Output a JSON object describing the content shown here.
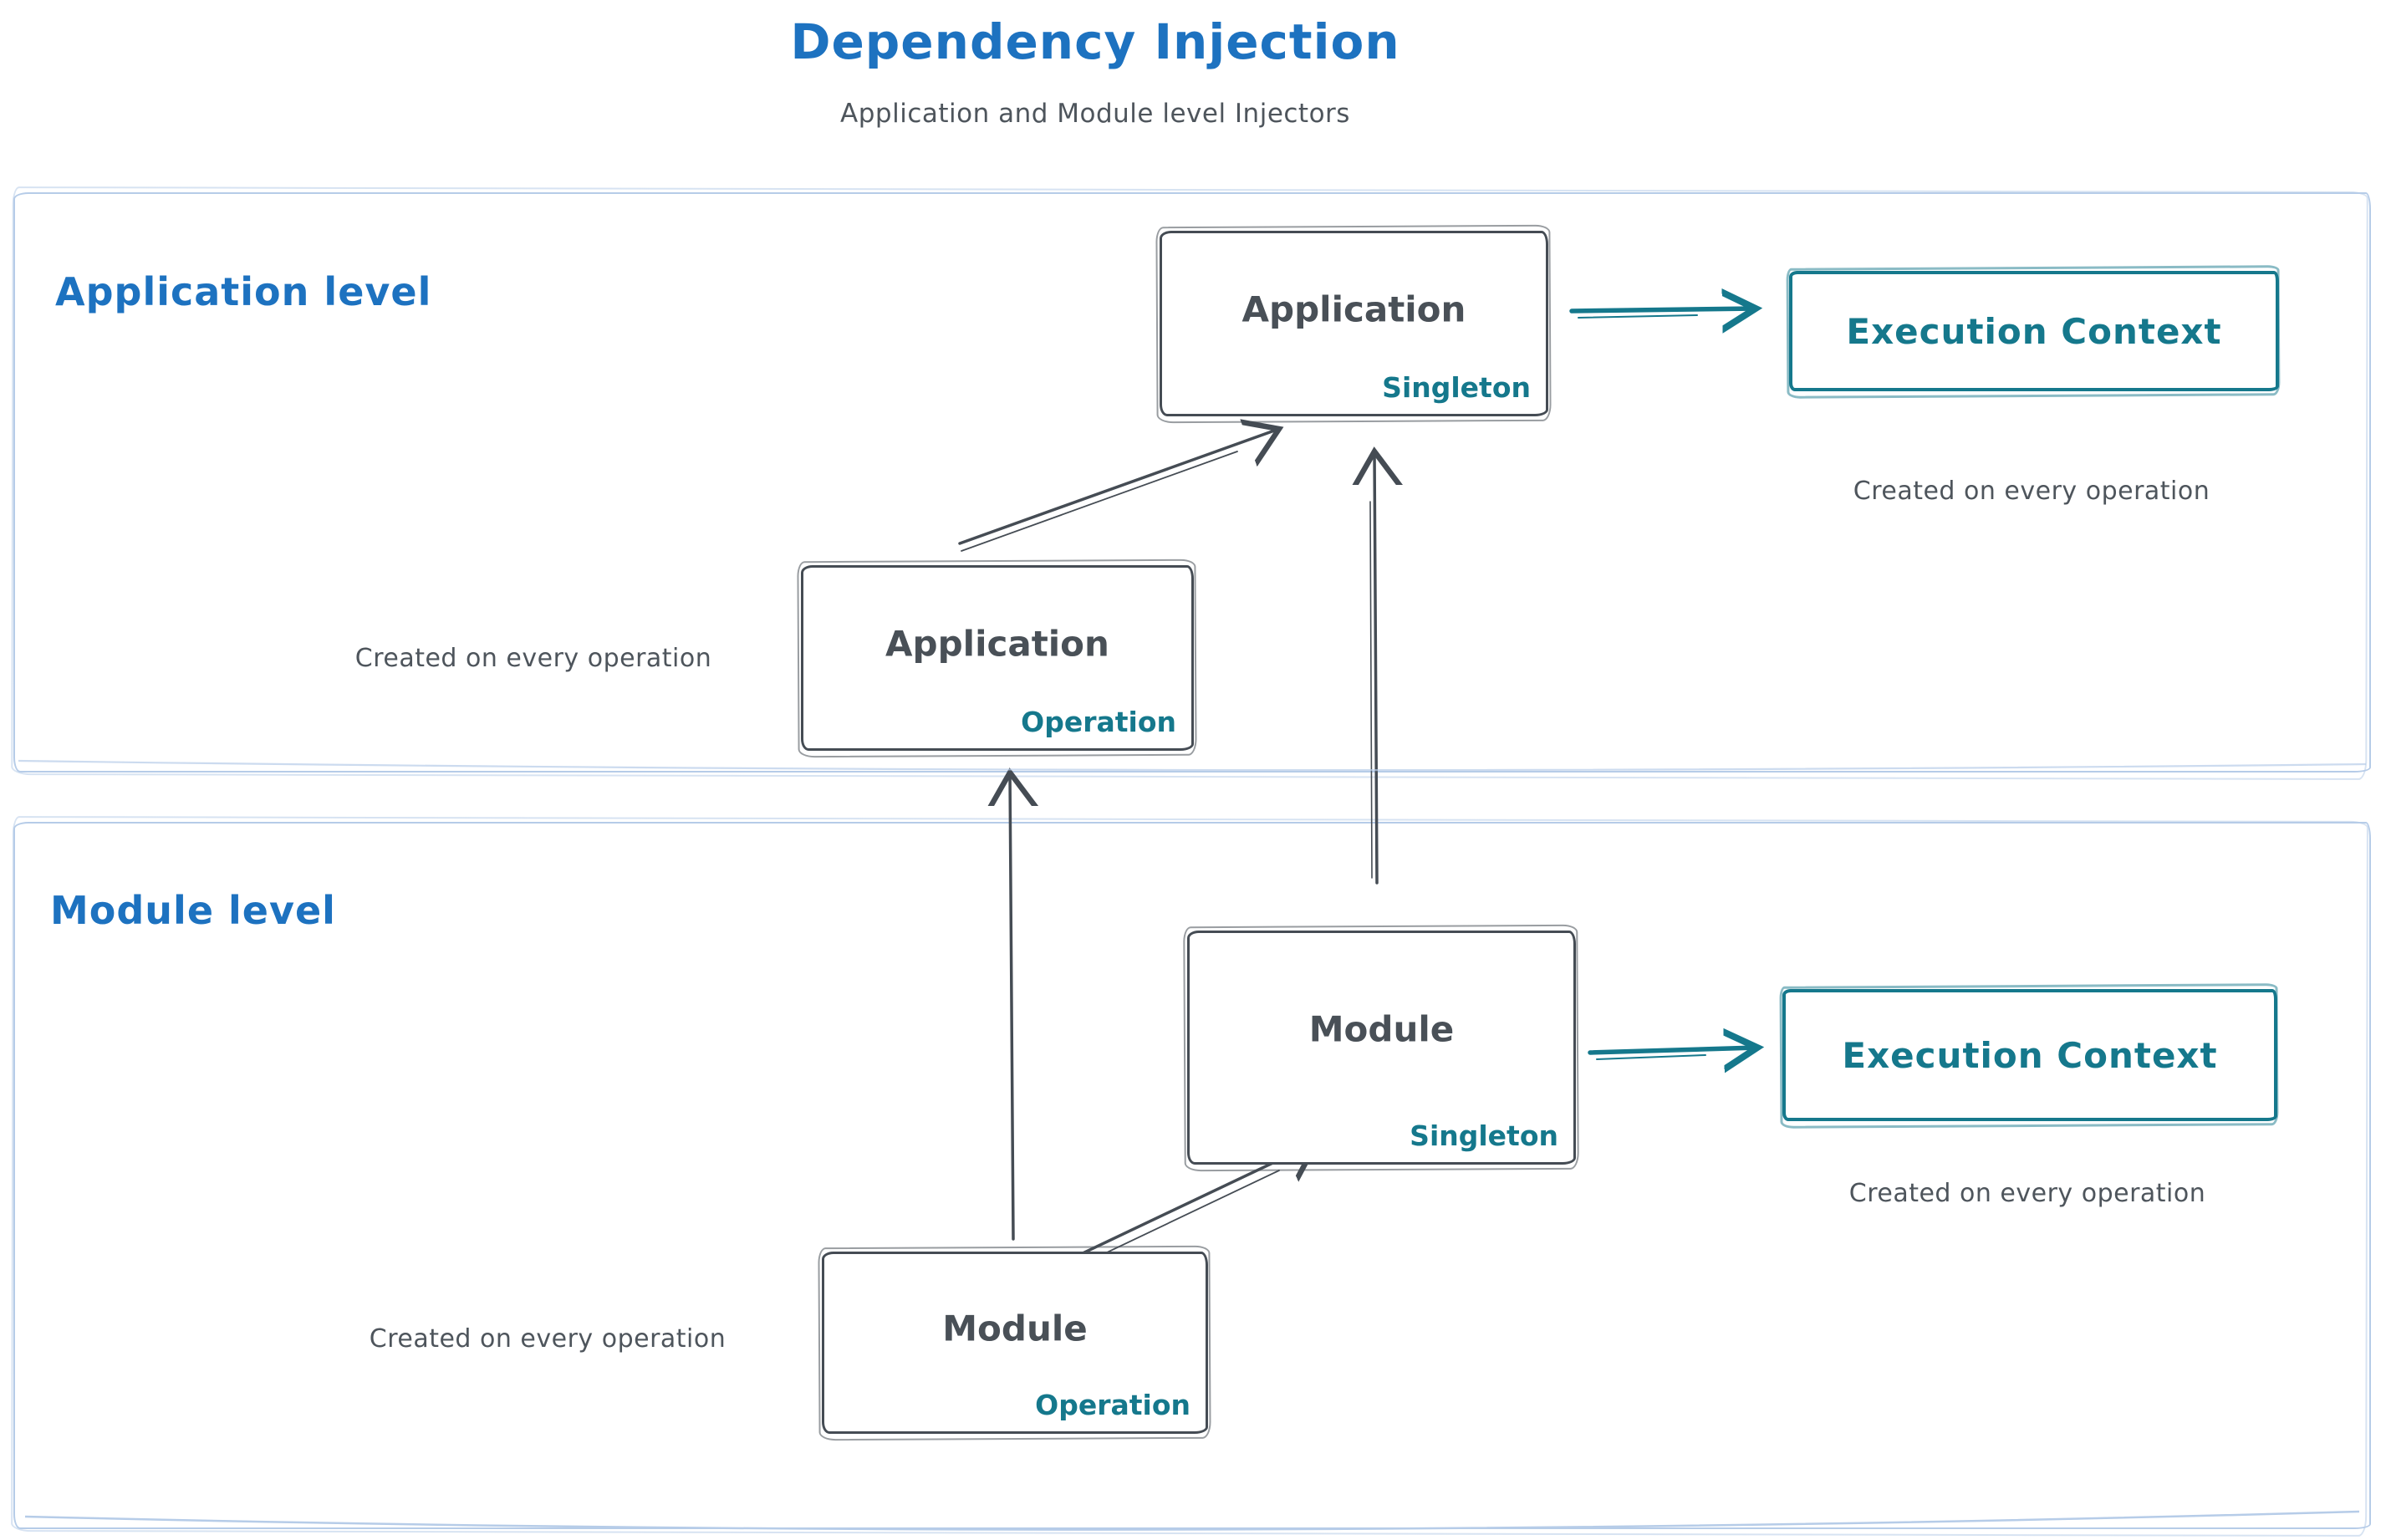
{
  "header": {
    "title": "Dependency Injection",
    "subtitle": "Application and Module level Injectors"
  },
  "colors": {
    "accent_blue": "#1d72c0",
    "accent_teal": "#15788c",
    "dark_stroke": "#454c54",
    "text_dark": "#495057",
    "panel_border": "#b6cce8"
  },
  "sections": {
    "application": {
      "label": "Application level"
    },
    "module": {
      "label": "Module level"
    }
  },
  "nodes": {
    "app_singleton": {
      "title": "Application",
      "badge": "Singleton"
    },
    "app_operation": {
      "title": "Application",
      "badge": "Operation",
      "caption": "Created on every operation"
    },
    "app_exec": {
      "label": "Execution Context",
      "caption": "Created on every operation"
    },
    "module_singleton": {
      "title": "Module",
      "badge": "Singleton"
    },
    "module_operation": {
      "title": "Module",
      "badge": "Operation",
      "caption": "Created on every operation"
    },
    "module_exec": {
      "label": "Execution Context",
      "caption": "Created on every operation"
    }
  }
}
